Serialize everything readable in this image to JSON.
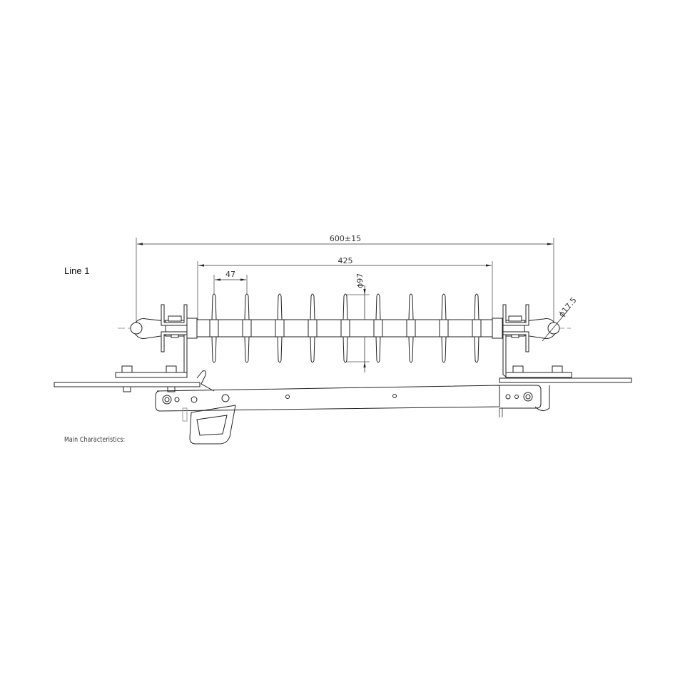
{
  "labels": {
    "line": "Line 1",
    "main_characteristics": "Main Characteristics:"
  },
  "dimensions": {
    "overall_length": "600±15",
    "insulation_length": "425",
    "shed_spacing": "47",
    "shed_diameter": "ϕ97",
    "eye_hole_diameter": "ϕ17.5"
  },
  "drawing": {
    "shed_count": 9,
    "line_color": "#222222",
    "dim_color": "#444444",
    "centerline_color": "#777777"
  }
}
